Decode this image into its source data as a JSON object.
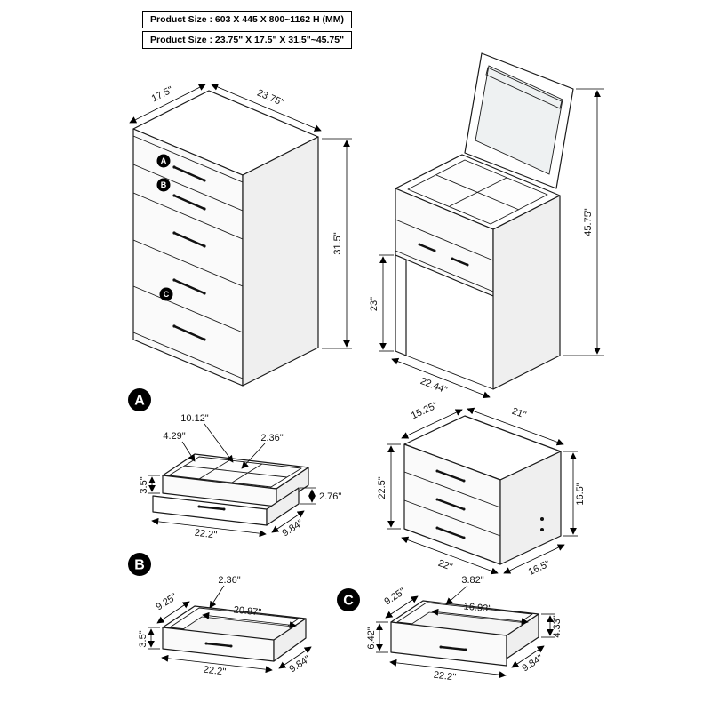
{
  "header": {
    "size_mm": "Product Size : 603 X 445 X 800~1162 H (MM)",
    "size_in": "Product Size : 23.75\" X 17.5\" X 31.5\"~45.75\""
  },
  "dresser": {
    "badge_a": "A",
    "badge_b": "B",
    "badge_c": "C",
    "depth": "17.5\"",
    "width": "23.75\"",
    "height": "31.5\""
  },
  "vanity": {
    "total_height": "45.75\"",
    "knee_height": "23\"",
    "depth": "22.44\""
  },
  "part_a": {
    "label": "A",
    "compartment_long": "10.12\"",
    "compartment_left": "4.29\"",
    "compartment_small": "2.36\"",
    "tray_height": "3.5\"",
    "width": "22.2\"",
    "depth": "9.84\"",
    "front_lip": "2.76\""
  },
  "cabinet": {
    "top_depth": "15.25\"",
    "top_width": "21\"",
    "height": "22.5\"",
    "side_height": "16.5\"",
    "bottom_width": "22\"",
    "bottom_depth": "16.5\""
  },
  "part_b": {
    "label": "B",
    "rim": "2.36\"",
    "inner_depth": "9.25\"",
    "inner_width": "20.87\"",
    "height": "3.5\"",
    "width": "22.2\"",
    "depth": "9.84\""
  },
  "part_c": {
    "label": "C",
    "rim": "3.82\"",
    "inner_depth": "9.25\"",
    "inner_width": "16.93\"",
    "front_height": "6.42\"",
    "side_height": "4.33\"",
    "width": "22.2\"",
    "depth": "9.84\""
  }
}
